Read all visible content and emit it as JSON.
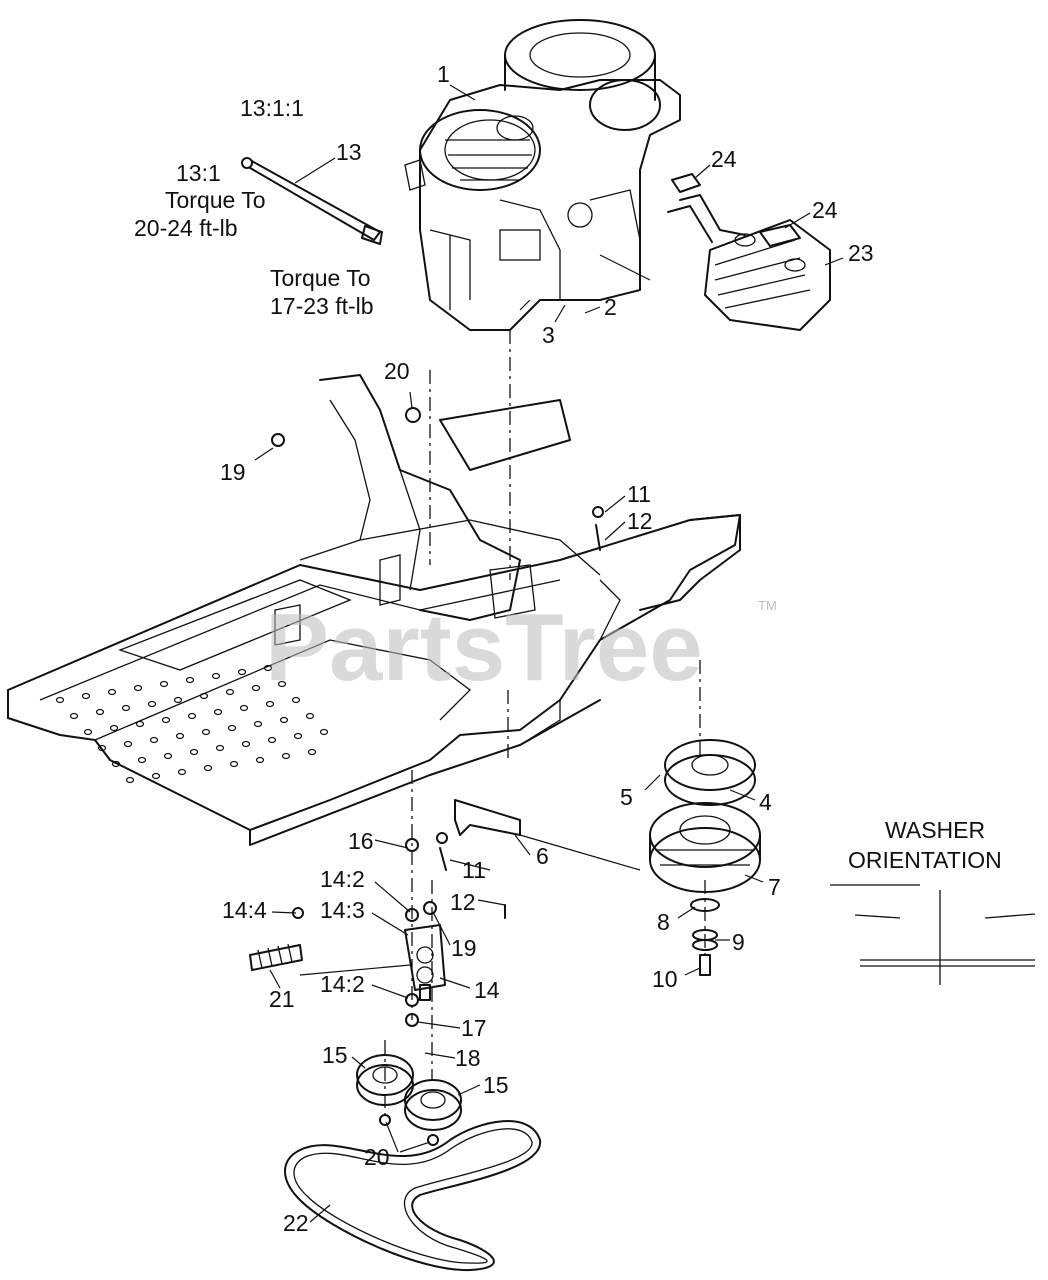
{
  "watermark": {
    "text": "PartsTree",
    "trademark": "TM"
  },
  "callouts": {
    "c1": "1",
    "c2": "2",
    "c3": "3",
    "c4": "4",
    "c5": "5",
    "c6": "6",
    "c7": "7",
    "c8": "8",
    "c9": "9",
    "c10": "10",
    "c11a": "11",
    "c11b": "11",
    "c12a": "12",
    "c12b": "12",
    "c13": "13",
    "c13_1": "13:1",
    "c13_1_1": "13:1:1",
    "c14": "14",
    "c14_2a": "14:2",
    "c14_2b": "14:2",
    "c14_3": "14:3",
    "c14_4": "14:4",
    "c15a": "15",
    "c15b": "15",
    "c16": "16",
    "c17": "17",
    "c18": "18",
    "c19a": "19",
    "c19b": "19",
    "c20a": "20",
    "c20b": "20",
    "c21": "21",
    "c22": "22",
    "c23": "23",
    "c24a": "24",
    "c24b": "24"
  },
  "notes": {
    "torque1_line1": "Torque To",
    "torque1_line2": "20-24 ft-lb",
    "torque2_line1": "Torque To",
    "torque2_line2": "17-23 ft-lb",
    "washer_line1": "WASHER",
    "washer_line2": "ORIENTATION"
  }
}
